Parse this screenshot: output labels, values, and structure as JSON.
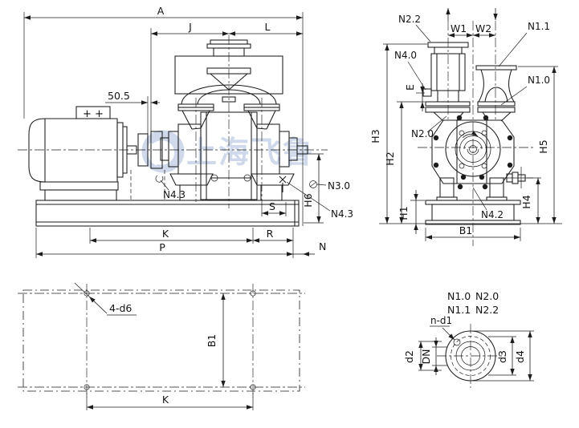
{
  "colors": {
    "background": "#ffffff",
    "line": "#1c1c1c",
    "watermark": "#b3c3e0"
  },
  "watermark": {
    "text": "上海飞鲁"
  },
  "side_view": {
    "dim_a": "A",
    "dim_j": "J",
    "dim_l": "L",
    "dim_50_5": "50.5",
    "motor_terminals": "+ +",
    "label_n4_3_left": "N4.3",
    "label_n3_0": "N3.0",
    "label_n4_3_right": "N4.3",
    "dim_h6": "H6",
    "dim_s": "S",
    "dim_k": "K",
    "dim_r": "R",
    "dim_p": "P",
    "dim_n": "N"
  },
  "front_view": {
    "label_n2_2": "N2.2",
    "dim_w1": "W1",
    "dim_w2": "W2",
    "label_n1_1": "N1.1",
    "label_n4_0": "N4.0",
    "dim_e": "E",
    "label_n1_0": "N1.0",
    "label_n2_0": "N2.0",
    "dim_h3": "H3",
    "dim_h2": "H2",
    "dim_h1": "H1",
    "label_n4_2": "N4.2",
    "dim_h4": "H4",
    "dim_h5": "H5",
    "dim_b1": "B1"
  },
  "plan_view": {
    "label_holes": "4-d6",
    "dim_b1": "B1",
    "dim_k": "K"
  },
  "flange_detail": {
    "heading": {
      "n1_0": "N1.0",
      "n2_0": "N2.0",
      "n1_1": "N1.1",
      "n2_2": "N2.2"
    },
    "label_holes": "n-d1",
    "dim_d2": "d2",
    "dim_dn": "DN",
    "dim_d3": "d3",
    "dim_d4": "d4"
  }
}
